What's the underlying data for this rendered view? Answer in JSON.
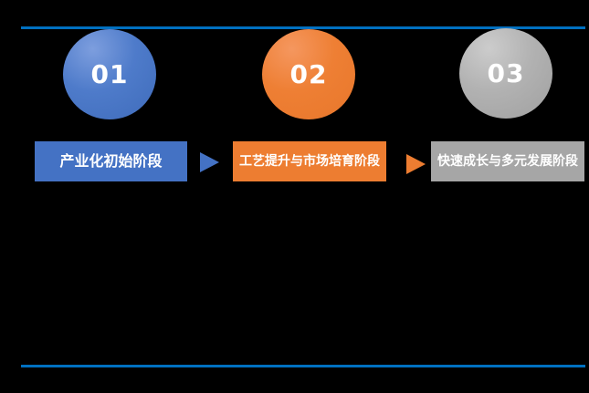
{
  "diagram": {
    "background": "#000000",
    "divider_color": "#0070C0",
    "stages": [
      {
        "number": "01",
        "label": "产业化初始阶段",
        "color": "#4472C4"
      },
      {
        "number": "02",
        "label": "工艺提升与市场培育阶段",
        "color": "#ED7D31"
      },
      {
        "number": "03",
        "label": "快速成长与多元发展阶段",
        "color": "#A6A6A6"
      }
    ],
    "arrows": [
      {
        "color": "#4472C4"
      },
      {
        "color": "#ED7D31"
      }
    ]
  }
}
